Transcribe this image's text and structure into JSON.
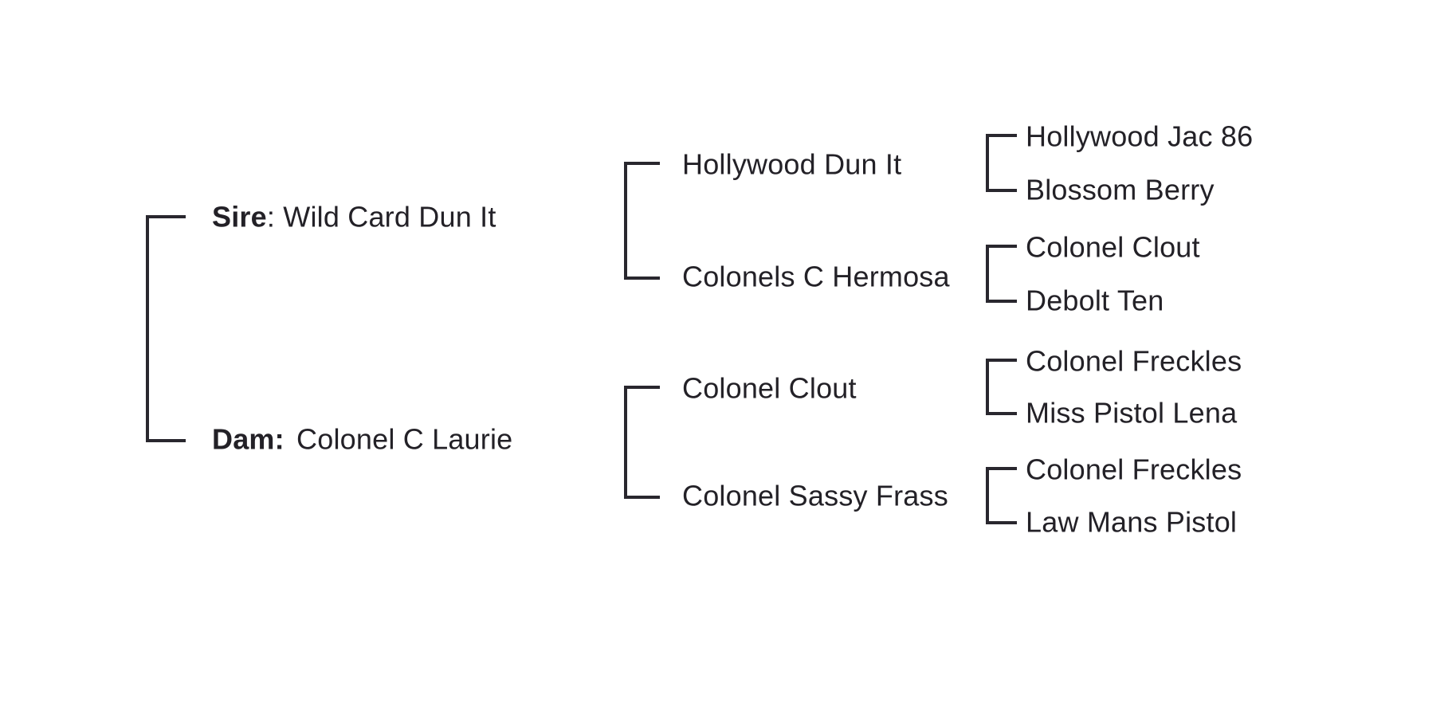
{
  "page": {
    "background_color": "#ffffff",
    "text_color": "#232127",
    "line_color": "#29272e"
  },
  "pedigree": {
    "gen1": [
      {
        "role_label": "Sire",
        "role_separator": ":",
        "name": "Wild Card Dun It"
      },
      {
        "role_label": "Dam:",
        "role_separator": "",
        "name": "Colonel C Laurie"
      }
    ],
    "gen2": [
      {
        "name": "Hollywood Dun It"
      },
      {
        "name": "Colonels C Hermosa"
      },
      {
        "name": "Colonel Clout"
      },
      {
        "name": "Colonel Sassy Frass"
      }
    ],
    "gen3": [
      {
        "name": "Hollywood Jac 86"
      },
      {
        "name": "Blossom Berry"
      },
      {
        "name": "Colonel Clout"
      },
      {
        "name": "Debolt Ten"
      },
      {
        "name": "Colonel Freckles"
      },
      {
        "name": "Miss Pistol Lena"
      },
      {
        "name": "Colonel Freckles"
      },
      {
        "name": "Law Mans Pistol"
      }
    ]
  }
}
